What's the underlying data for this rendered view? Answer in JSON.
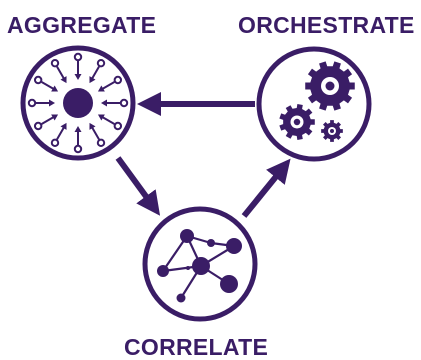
{
  "labels": {
    "aggregate": "AGGREGATE",
    "orchestrate": "ORCHESTRATE",
    "correlate": "CORRELATE"
  },
  "icons": {
    "aggregate": "aggregate-icon",
    "orchestrate": "gears-icon",
    "correlate": "network-icon"
  },
  "colors": {
    "primary": "#3a1d66",
    "background": "#ffffff"
  }
}
